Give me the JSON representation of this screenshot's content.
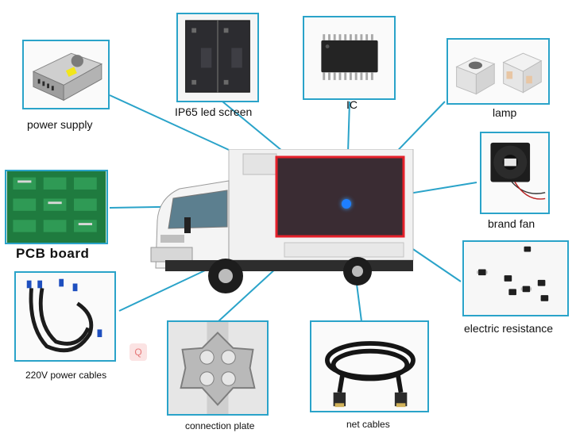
{
  "components": {
    "power_supply": "power supply",
    "led_screen": "IP65 led screen",
    "ic": "IC",
    "lamp": "lamp",
    "brand_fan": "brand fan",
    "pcb_board": "PCB board",
    "electric_resistance": "electric resistance",
    "power_cables": "220V power cables",
    "connection_plate": "connection plate",
    "net_cables": "net cables"
  },
  "colors": {
    "frame": "#2aa3c9",
    "connector_line": "#2aa3c9",
    "hub": "#1e7fff"
  },
  "icons": [
    "truck-image",
    "power-supply-image",
    "led-screen-image",
    "ic-chip-image",
    "lamp-image",
    "fan-image",
    "pcb-image",
    "resistor-image",
    "power-cable-image",
    "connection-plate-image",
    "net-cable-image"
  ]
}
